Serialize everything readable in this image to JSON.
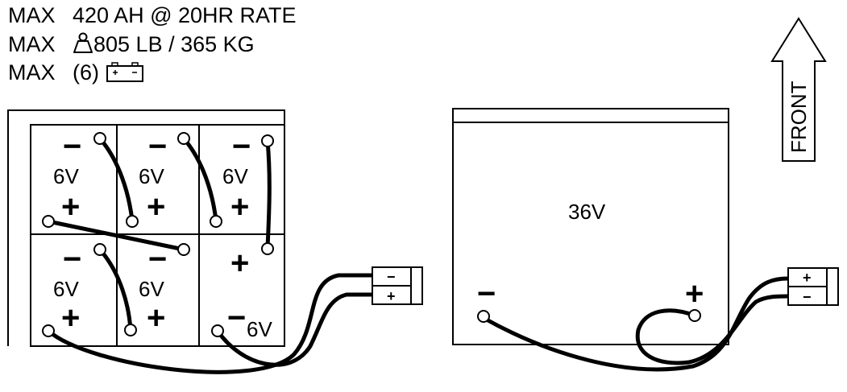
{
  "specs": {
    "capacity": {
      "max_label": "MAX",
      "value": "420 AH @ 20HR RATE"
    },
    "weight": {
      "max_label": "MAX",
      "icon": "weight-icon",
      "value": "805 LB / 365 KG"
    },
    "count": {
      "max_label": "MAX",
      "value": "(6)",
      "icon": "battery-icon"
    }
  },
  "front_arrow": {
    "label": "FRONT",
    "icon": "up-arrow-icon"
  },
  "battery_tray": {
    "cells": [
      {
        "neg": "−",
        "voltage": "6V",
        "pos": "+"
      },
      {
        "neg": "−",
        "voltage": "6V",
        "pos": "+"
      },
      {
        "neg": "−",
        "voltage": "6V",
        "pos": "+"
      },
      {
        "neg": "−",
        "voltage": "6V",
        "pos": "+"
      },
      {
        "neg": "−",
        "voltage": "6V",
        "pos": "+"
      },
      {
        "neg": "−",
        "voltage": "6V",
        "pos": "+"
      }
    ]
  },
  "connectors": {
    "left": {
      "top": "−",
      "bottom": "+"
    },
    "right": {
      "top": "+",
      "bottom": "−"
    }
  },
  "pack": {
    "voltage": "36V",
    "neg": "−",
    "pos": "+"
  },
  "colors": {
    "line": "#000000",
    "background": "#ffffff"
  }
}
